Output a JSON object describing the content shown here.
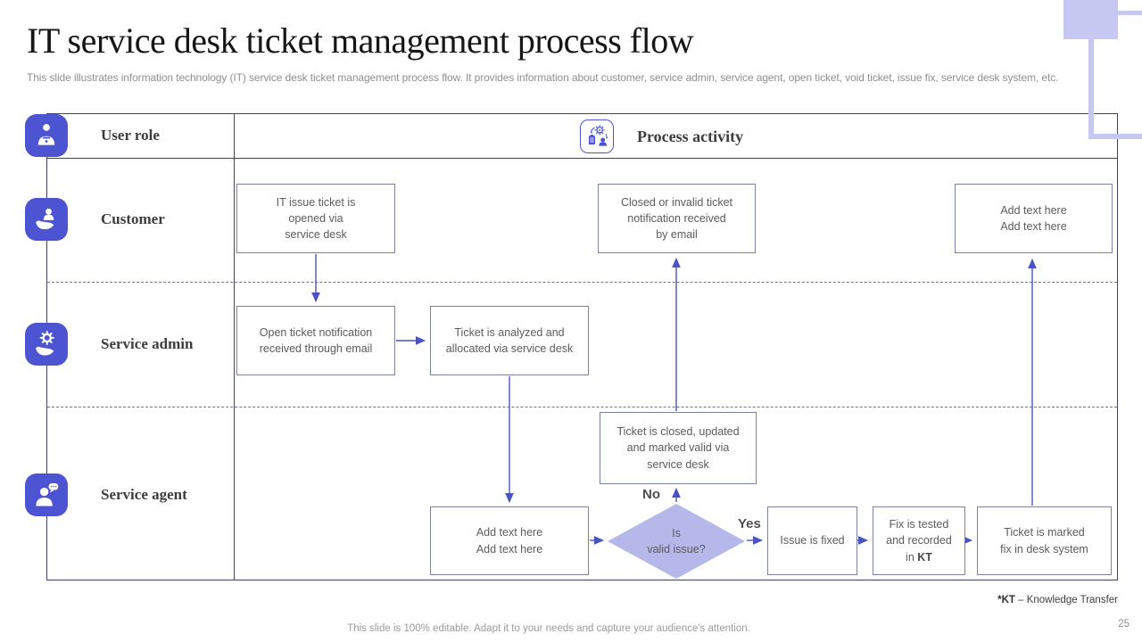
{
  "slide": {
    "title": "IT service desk ticket management process flow",
    "subtitle": "This slide illustrates information technology (IT) service desk ticket management process flow. It provides information about customer, service admin, service agent, open ticket, void ticket, issue fix, service desk system, etc.",
    "footer_note": "This slide is 100% editable. Adapt it to your needs and capture your audience's attention.",
    "page_number": "25",
    "footnote_term": "*KT",
    "footnote_rest": " – Knowledge Transfer"
  },
  "swimlanes": {
    "header_role": "User role",
    "header_activity": "Process activity",
    "rows": [
      {
        "label": "Customer",
        "icon": "customer-care-icon"
      },
      {
        "label": "Service admin",
        "icon": "admin-gear-hand-icon"
      },
      {
        "label": "Service agent",
        "icon": "agent-chat-icon"
      }
    ]
  },
  "flow": {
    "boxes": {
      "ticket_opened": "IT issue ticket is\nopened via\nservice desk",
      "closed_invalid": "Closed or invalid ticket\nnotification received\nby email",
      "customer_placeholder": "Add text here\nAdd text here",
      "open_notification": "Open ticket notification\nreceived through email",
      "ticket_analyzed": "Ticket is analyzed and\nallocated via service desk",
      "ticket_closed_valid": "Ticket is closed, updated\nand marked valid via\nservice desk",
      "agent_placeholder": "Add text here\nAdd text here",
      "issue_fixed": "Issue is fixed",
      "fix_tested_prefix": "Fix is tested\nand recorded\nin ",
      "fix_tested_kt": "KT",
      "ticket_marked": "Ticket is marked\nfix in desk system"
    },
    "decision": "Is\nvalid issue?",
    "edge_labels": {
      "no": "No",
      "yes": "Yes"
    }
  },
  "colors": {
    "accent_indigo": "#4c54d2",
    "arrow_indigo": "#4a52c4",
    "lavender_decoration": "#c7c8f1",
    "diamond_fill": "#b6b8e9",
    "table_border": "#40425a",
    "box_border": "#7e829f"
  }
}
